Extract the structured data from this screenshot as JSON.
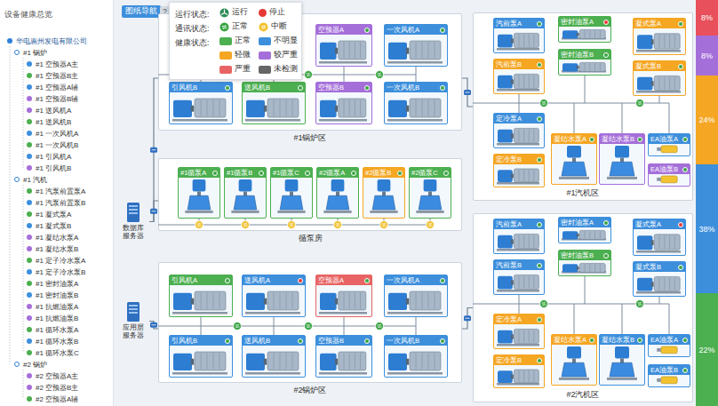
{
  "diagram": {
    "title": "设备健康总览",
    "nodes": [
      {
        "text": [
          "#1锅炉区"
        ]
      },
      {
        "text": [
          "空预器A"
        ],
        "in": 0
      },
      {
        "text": [
          "一次风机A"
        ],
        "in": 0
      },
      {
        "text": [
          "引风机B"
        ],
        "in": 0
      },
      {
        "text": [
          "送风机B"
        ],
        "in": 0
      },
      {
        "text": [
          "空预器B"
        ],
        "in": 0
      },
      {
        "text": [
          "一次风机B"
        ],
        "in": 0
      },
      {
        "text": [
          "循泵房"
        ]
      },
      {
        "text": [
          "#1循泵A"
        ],
        "in": 7
      },
      {
        "text": [
          "#1循泵B"
        ],
        "in": 7
      },
      {
        "text": [
          "#1循泵C"
        ],
        "in": 7
      },
      {
        "text": [
          "#2循泵A"
        ],
        "in": 7
      },
      {
        "text": [
          "#2循泵B"
        ],
        "in": 7
      },
      {
        "text": [
          "#2循泵C"
        ],
        "in": 7
      },
      {
        "text": [
          "#2锅炉区"
        ]
      },
      {
        "text": [
          "引风机A"
        ],
        "in": 14
      },
      {
        "text": [
          "送风机A"
        ],
        "in": 14
      },
      {
        "text": [
          "空预器A"
        ],
        "in": 14
      },
      {
        "text": [
          "一次风机A"
        ],
        "in": 14
      },
      {
        "text": [
          "引风机B"
        ],
        "in": 14
      },
      {
        "text": [
          "送风机B"
        ],
        "in": 14
      },
      {
        "text": [
          "空预器B"
        ],
        "in": 14
      },
      {
        "text": [
          "一次风机B"
        ],
        "in": 14
      },
      {
        "text": [
          "#1汽机区"
        ]
      },
      {
        "text": [
          "汽前泵A"
        ],
        "in": 23
      },
      {
        "text": [
          "密封油泵A"
        ],
        "in": 23
      },
      {
        "text": [
          "凝式泵A"
        ],
        "in": 23
      },
      {
        "text": [
          "密封油泵B"
        ],
        "in": 23
      },
      {
        "text": [
          "汽前泵B"
        ],
        "in": 23
      },
      {
        "text": [
          "凝式泵B"
        ],
        "in": 23
      },
      {
        "text": [
          "定冷泵A"
        ],
        "in": 23
      },
      {
        "text": [
          "定冷泵B"
        ],
        "in": 23
      },
      {
        "text": [
          "凝结水泵A"
        ],
        "in": 23
      },
      {
        "text": [
          "凝结水泵B"
        ],
        "in": 23
      },
      {
        "text": [
          "EA油泵A"
        ],
        "in": 23
      },
      {
        "text": [
          "EA油泵B"
        ],
        "in": 23
      },
      {
        "text": [
          "#2汽机区"
        ]
      },
      {
        "text": [
          "汽前泵A"
        ],
        "in": 36
      },
      {
        "text": [
          "密封油泵A"
        ],
        "in": 36
      },
      {
        "text": [
          "凝式泵A"
        ],
        "in": 36
      },
      {
        "text": [
          "密封油泵B"
        ],
        "in": 36
      },
      {
        "text": [
          "汽前泵B"
        ],
        "in": 36
      },
      {
        "text": [
          "凝式泵B"
        ],
        "in": 36
      },
      {
        "text": [
          "定冷泵A"
        ],
        "in": 36
      },
      {
        "text": [
          "定冷泵B"
        ],
        "in": 36
      },
      {
        "text": [
          "凝结水泵A"
        ],
        "in": 36
      },
      {
        "text": [
          "凝结水泵B"
        ],
        "in": 36
      },
      {
        "text": [
          "EA油泵A"
        ],
        "in": 36
      },
      {
        "text": [
          "EA油泵B"
        ],
        "in": 36
      },
      {
        "text": [
          "数据库服务器"
        ]
      },
      {
        "text": [
          "应用层服务器"
        ]
      },
      {
        "text": [
          "8%"
        ]
      },
      {
        "text": [
          "8%"
        ]
      },
      {
        "text": [
          "24%"
        ]
      },
      {
        "text": [
          "38%"
        ]
      },
      {
        "text": [
          "22%"
        ]
      }
    ],
    "edges": [
      {
        "from": 49,
        "to": 0,
        "arrow": "none"
      },
      {
        "from": 49,
        "to": 7,
        "arrow": "none"
      },
      {
        "from": 50,
        "to": 14,
        "arrow": "none"
      },
      {
        "from": 0,
        "to": 23,
        "arrow": "none"
      },
      {
        "from": 14,
        "to": 36,
        "arrow": "none"
      }
    ],
    "labels": [
      "图纸导航",
      "?",
      "运行状态:",
      "通讯状态:",
      "健康状态:",
      "华电惠州发电有限公司",
      "#1 锅炉",
      "#1 空预器A主",
      "#1 空预器B主",
      "#1 空预器A辅",
      "#1 空预器B辅",
      "#1 送风机A",
      "#1 送风机B",
      "#1 一次风机A",
      "#1 一次风机B",
      "#1 引风机A",
      "#1 引风机B",
      "#1 汽机",
      "#1 汽泵前置泵A",
      "#1 汽泵前置泵B",
      "#1 凝式泵A",
      "#1 凝式泵B",
      "#1 凝结水泵A",
      "#1 凝结水泵B",
      "#1 定子冷水泵A",
      "#1 定子冷水泵B",
      "#1 密封油泵A",
      "#1 密封油泵B",
      "#1 抗燃油泵A",
      "#1 抗燃油泵B",
      "#1 循环水泵A",
      "#1 循环水泵B",
      "#1 循环水泵C",
      "#2 锅炉",
      "#2 空预器A主",
      "#2 空预器B主",
      "#2 空预器A辅"
    ],
    "legend": [
      {
        "text": "运行"
      },
      {
        "text": "停止",
        "color": "#e53935"
      },
      {
        "text": "正常"
      },
      {
        "text": "中断"
      },
      {
        "text": "正常",
        "color": "#4caf50"
      },
      {
        "text": "不明显",
        "color": "#3d8fdc"
      },
      {
        "text": "轻微",
        "color": "#f5a623"
      },
      {
        "text": "较严重",
        "color": "#a56fd9"
      },
      {
        "text": "严重",
        "color": "#e86464"
      },
      {
        "text": "未检测",
        "color": "#666666"
      }
    ]
  }
}
